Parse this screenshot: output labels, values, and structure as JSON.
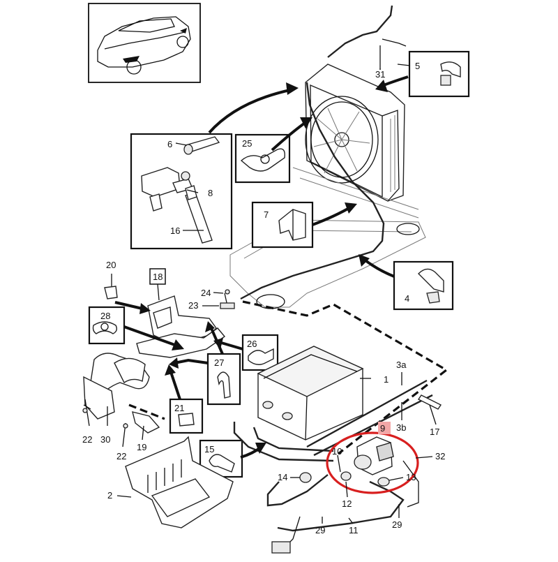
{
  "callouts": [
    {
      "id": "c31",
      "text": "31"
    },
    {
      "id": "c5",
      "text": "5"
    },
    {
      "id": "c6",
      "text": "6"
    },
    {
      "id": "c8",
      "text": "8"
    },
    {
      "id": "c16",
      "text": "16"
    },
    {
      "id": "c25",
      "text": "25"
    },
    {
      "id": "c7",
      "text": "7"
    },
    {
      "id": "c20",
      "text": "20"
    },
    {
      "id": "c18",
      "text": "18"
    },
    {
      "id": "c24",
      "text": "24"
    },
    {
      "id": "c23",
      "text": "23"
    },
    {
      "id": "c4",
      "text": "4"
    },
    {
      "id": "c28",
      "text": "28"
    },
    {
      "id": "c26",
      "text": "26"
    },
    {
      "id": "c27",
      "text": "27"
    },
    {
      "id": "c1",
      "text": "1"
    },
    {
      "id": "c3a",
      "text": "3a"
    },
    {
      "id": "c3b",
      "text": "3b"
    },
    {
      "id": "c17",
      "text": "17"
    },
    {
      "id": "c9",
      "text": "9"
    },
    {
      "id": "c32",
      "text": "32"
    },
    {
      "id": "c10",
      "text": "10"
    },
    {
      "id": "c13",
      "text": "13"
    },
    {
      "id": "c14",
      "text": "14"
    },
    {
      "id": "c12",
      "text": "12"
    },
    {
      "id": "c21",
      "text": "21"
    },
    {
      "id": "c15",
      "text": "15"
    },
    {
      "id": "c22a",
      "text": "22"
    },
    {
      "id": "c30",
      "text": "30"
    },
    {
      "id": "c22b",
      "text": "22"
    },
    {
      "id": "c19",
      "text": "19"
    },
    {
      "id": "c2",
      "text": "2"
    },
    {
      "id": "c29a",
      "text": "29"
    },
    {
      "id": "c11",
      "text": "11"
    },
    {
      "id": "c29b",
      "text": "29"
    }
  ],
  "highlight": {
    "color": "#d81f1f",
    "label_bg": "#f3a7a7"
  }
}
